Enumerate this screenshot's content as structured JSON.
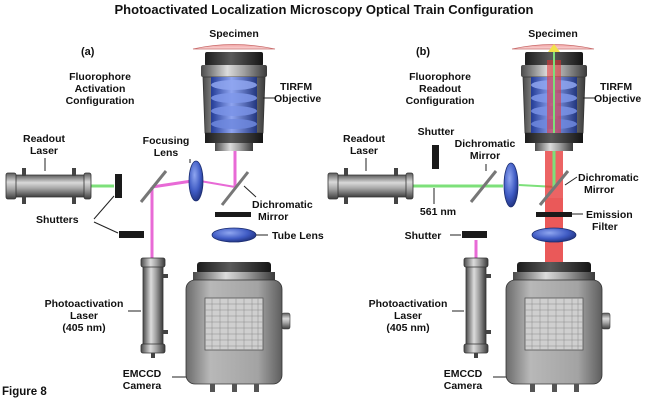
{
  "title": "Photoactivated Localization Microscopy Optical Train Configuration",
  "figure_label": "Figure 8",
  "colors": {
    "activation_beam": "#e86ad6",
    "readout_beam": "#7de07a",
    "emission_beam": "#e53030",
    "objective_lens": "#5a73d6",
    "lens_blue": "#3f5bc4",
    "body_gray": "#9a9a9a"
  },
  "panel_a": {
    "label": "(a)",
    "configuration": [
      "Fluorophore",
      "Activation",
      "Configuration"
    ],
    "specimen": "Specimen",
    "objective": [
      "TIRFM",
      "Objective"
    ],
    "focusing_lens": [
      "Focusing",
      "Lens"
    ],
    "dichromatic_mirror": [
      "Dichromatic",
      "Mirror"
    ],
    "tube_lens": "Tube Lens",
    "readout_laser": [
      "Readout",
      "Laser"
    ],
    "shutters": "Shutters",
    "photoactivation_laser": [
      "Photoactivation",
      "Laser",
      "(405 nm)"
    ],
    "camera": [
      "EMCCD",
      "Camera"
    ]
  },
  "panel_b": {
    "label": "(b)",
    "configuration": [
      "Fluorophore",
      "Readout",
      "Configuration"
    ],
    "specimen": "Specimen",
    "objective": [
      "TIRFM",
      "Objective"
    ],
    "shutter_top": "Shutter",
    "dichromatic_mirror_left": [
      "Dichromatic",
      "Mirror"
    ],
    "dichromatic_mirror_right": [
      "Dichromatic",
      "Mirror"
    ],
    "readout_laser": [
      "Readout",
      "Laser"
    ],
    "wavelength": "561 nm",
    "emission_filter": [
      "Emission",
      "Filter"
    ],
    "shutter_bottom": "Shutter",
    "photoactivation_laser": [
      "Photoactivation",
      "Laser",
      "(405 nm)"
    ],
    "camera": [
      "EMCCD",
      "Camera"
    ]
  }
}
